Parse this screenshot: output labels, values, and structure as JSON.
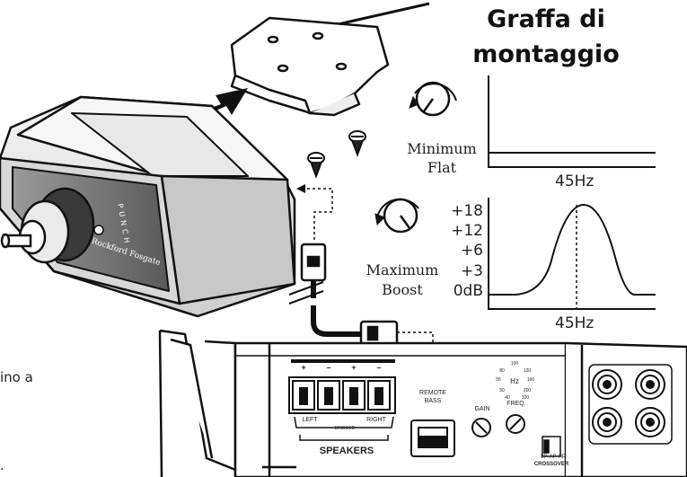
{
  "title": {
    "line1": "Graffa di",
    "line2": "montaggio"
  },
  "side_text": {
    "line1": "ino a",
    "line2": "."
  },
  "knob_min": {
    "line1": "Minimum",
    "line2": "Flat"
  },
  "knob_max": {
    "line1": "Maximum",
    "line2": "Boost"
  },
  "graph_flat": {
    "freq_label": "45Hz"
  },
  "graph_boost": {
    "freq_label": "45Hz",
    "db_labels": [
      "+18",
      "+12",
      "+6",
      "+3",
      "0dB"
    ]
  },
  "remote": {
    "brand": "Rockford Fosgate",
    "punch": "PUNCH"
  },
  "amp": {
    "terminal_marks": [
      "+",
      "–",
      "+",
      "–"
    ],
    "left": "LEFT",
    "right": "RIGHT",
    "bridged": "BRIDGED",
    "speakers": "SPEAKERS",
    "remote_bass": [
      "REMOTE",
      "BASS"
    ],
    "gain": "GAIN",
    "freq": "FREQ.",
    "freq_scale": [
      "100",
      "80",
      "120",
      "55",
      "160",
      "50",
      "200",
      "40",
      "320",
      "Hz"
    ],
    "crossover": [
      "LP-AP-HP",
      "CROSSOVER"
    ]
  },
  "colors": {
    "ink": "#1a1a1a",
    "paper": "#ffffff",
    "shade": "#dedede"
  }
}
